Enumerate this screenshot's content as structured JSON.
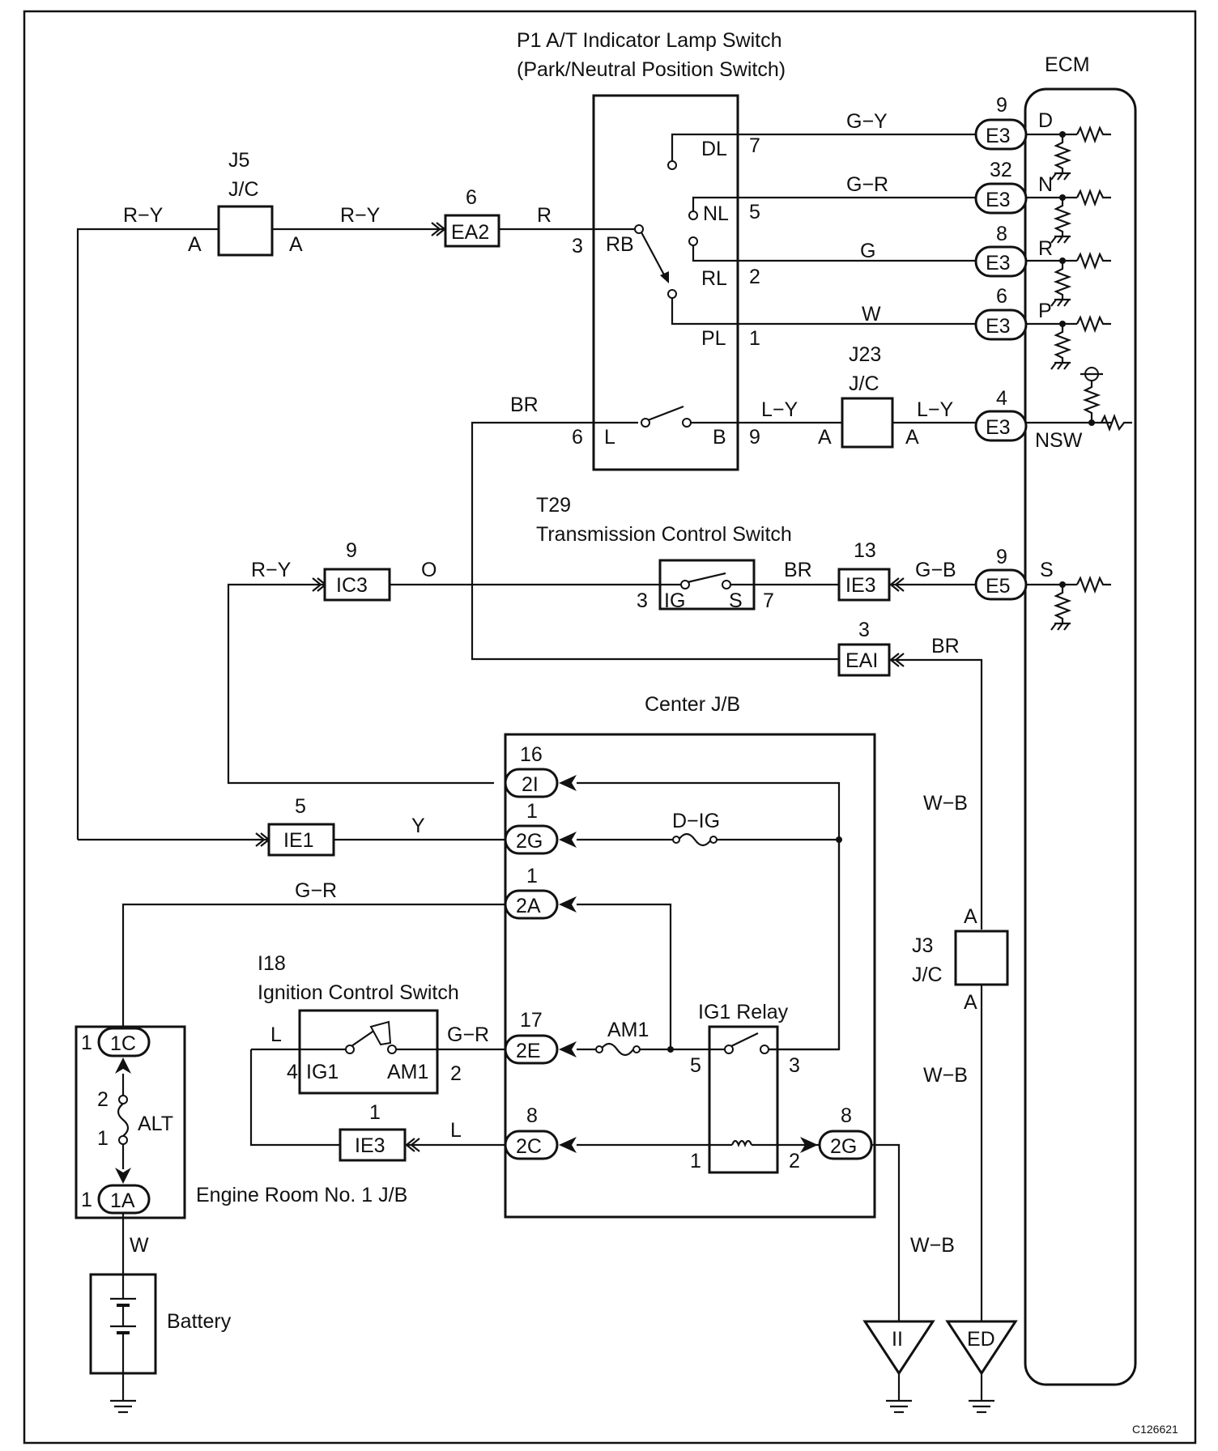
{
  "diagram_id": "C126621",
  "components": {
    "p1_title1": "P1 A/T Indicator Lamp Switch",
    "p1_title2": "(Park/Neutral Position Switch)",
    "ecm": "ECM",
    "j5_1": "J5",
    "j5_2": "J/C",
    "j23_1": "J23",
    "j23_2": "J/C",
    "t29_1": "T29",
    "t29_2": "Transmission Control Switch",
    "center_jb": "Center J/B",
    "i18_1": "I18",
    "i18_2": "Ignition Control Switch",
    "ig1_relay": "IG1 Relay",
    "j3_1": "J3",
    "j3_2": "J/C",
    "engine_room_jb": "Engine Room No. 1 J/B",
    "battery": "Battery",
    "alt": "ALT",
    "am1_fuse": "AM1",
    "dig_fuse": "D−IG"
  },
  "connectors": {
    "ea2": "EA2",
    "ic3": "IC3",
    "ie1": "IE1",
    "ie3_t": "IE3",
    "eai": "EAI",
    "ie3_b": "IE3",
    "e3": "E3",
    "e5": "E5",
    "c2i": "2I",
    "c2g": "2G",
    "c2a": "2A",
    "c2e": "2E",
    "c2c": "2C",
    "c2g_r": "2G",
    "c1c": "1C",
    "c1a": "1A",
    "gnd_ii": "II",
    "gnd_ed": "ED"
  },
  "wires": {
    "ry1": "R−Y",
    "ry2": "R−Y",
    "r": "R",
    "gy": "G−Y",
    "gr": "G−R",
    "g": "G",
    "w": "W",
    "br1": "BR",
    "ly1": "L−Y",
    "ly2": "L−Y",
    "ry3": "R−Y",
    "o": "O",
    "br2": "BR",
    "gb": "G−B",
    "br3": "BR",
    "y": "Y",
    "gr2": "G−R",
    "l1": "L",
    "gr3": "G−R",
    "l2": "L",
    "wb1": "W−B",
    "wb2": "W−B",
    "wb3": "W−B",
    "w2": "W"
  },
  "pins": {
    "a": "A",
    "p6": "6",
    "p3": "3",
    "rb": "RB",
    "p9": "9",
    "p32": "32",
    "p8": "8",
    "p4": "4",
    "dl": "DL",
    "nl": "NL",
    "rl": "RL",
    "pl": "PL",
    "p7": "7",
    "p5": "5",
    "p2": "2",
    "p1": "1",
    "l": "L",
    "b": "B",
    "d": "D",
    "n": "N",
    "r": "R",
    "p": "P",
    "nsw": "NSW",
    "s": "S",
    "ig": "IG",
    "s_sw": "S",
    "p13": "13",
    "p16": "16",
    "p17": "17",
    "ig1": "IG1",
    "am1": "AM1"
  }
}
